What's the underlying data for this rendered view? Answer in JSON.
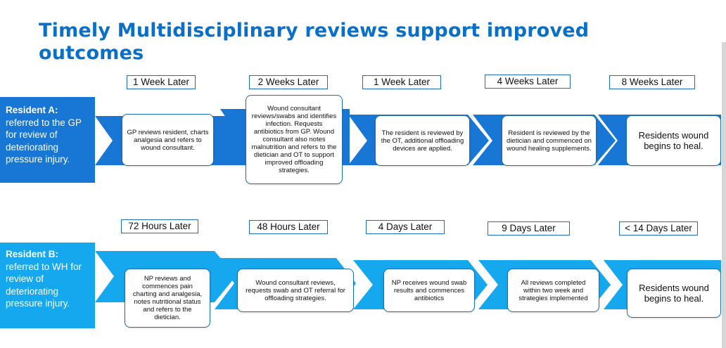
{
  "title": "Timely Multidisciplinary reviews support improved outcomes",
  "colors": {
    "title": "#0a6fc9",
    "rowA_arrow": "#1877d4",
    "rowA_arrow_dark": "#0e63b8",
    "rowB_arrow": "#15a8ee",
    "rowB_arrow_dark": "#0d98e0",
    "card_border": "#1a6fb5"
  },
  "row_a": {
    "resident_label": "Resident A:",
    "resident_desc": "referred to the GP for review of deteriorating pressure injury.",
    "timings": [
      "1 Week Later",
      "2 Weeks Later",
      "1 Week Later",
      "4 Weeks Later",
      "8 Weeks Later"
    ],
    "steps": [
      "GP reviews resident, charts analgesia and refers to wound consultant.",
      "Wound consultant reviews/swabs and identifies infection. Requests antibiotics from GP. Wound consultant also notes malnutrition and refers to the dietician and OT to support improved offloading strategies.",
      "The resident is reviewed by the OT, additional offloading devices are applied.",
      "Resident is reviewed by the dietician and commenced on wound healing supplements.",
      "Residents wound begins to heal."
    ]
  },
  "row_b": {
    "resident_label": "Resident B:",
    "resident_desc": "referred to WH for review of deteriorating pressure injury.",
    "timings": [
      "72 Hours Later",
      "48 Hours Later",
      "4 Days Later",
      "9  Days Later",
      "< 14 Days Later"
    ],
    "steps": [
      "NP reviews and commences pain charting and analgesia, notes nutritional status and refers to the dietician.",
      "Wound consultant reviews, requests swab and OT referral for offloading strategies.",
      "NP receives wound swab results and commences antibiotics",
      "All reviews completed within two week and strategies implemented",
      "Residents wound begins to heal."
    ]
  }
}
